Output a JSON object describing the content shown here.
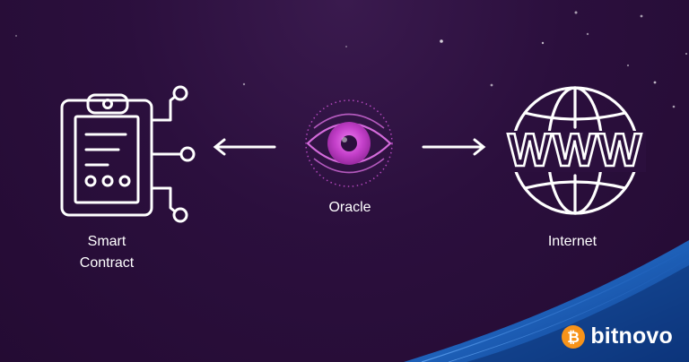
{
  "nodes": {
    "smart_contract": {
      "label_line1": "Smart",
      "label_line2": "Contract",
      "icon": "clipboard-contract-icon"
    },
    "oracle": {
      "label": "Oracle",
      "icon": "eye-icon"
    },
    "internet": {
      "label": "Internet",
      "icon": "www-globe-icon",
      "globe_text": "WWW"
    }
  },
  "edges": [
    {
      "from": "oracle",
      "to": "smart_contract",
      "direction": "left"
    },
    {
      "from": "oracle",
      "to": "internet",
      "direction": "right"
    }
  ],
  "brand": {
    "name": "bitnovo",
    "coin_symbol": "₿",
    "coin_color": "#f7931a"
  },
  "colors": {
    "background": "#2b0f3d",
    "eye_iris": "#c33fc9",
    "eye_glow": "#e05ee6",
    "corner_wave": "#1b5fbf"
  }
}
